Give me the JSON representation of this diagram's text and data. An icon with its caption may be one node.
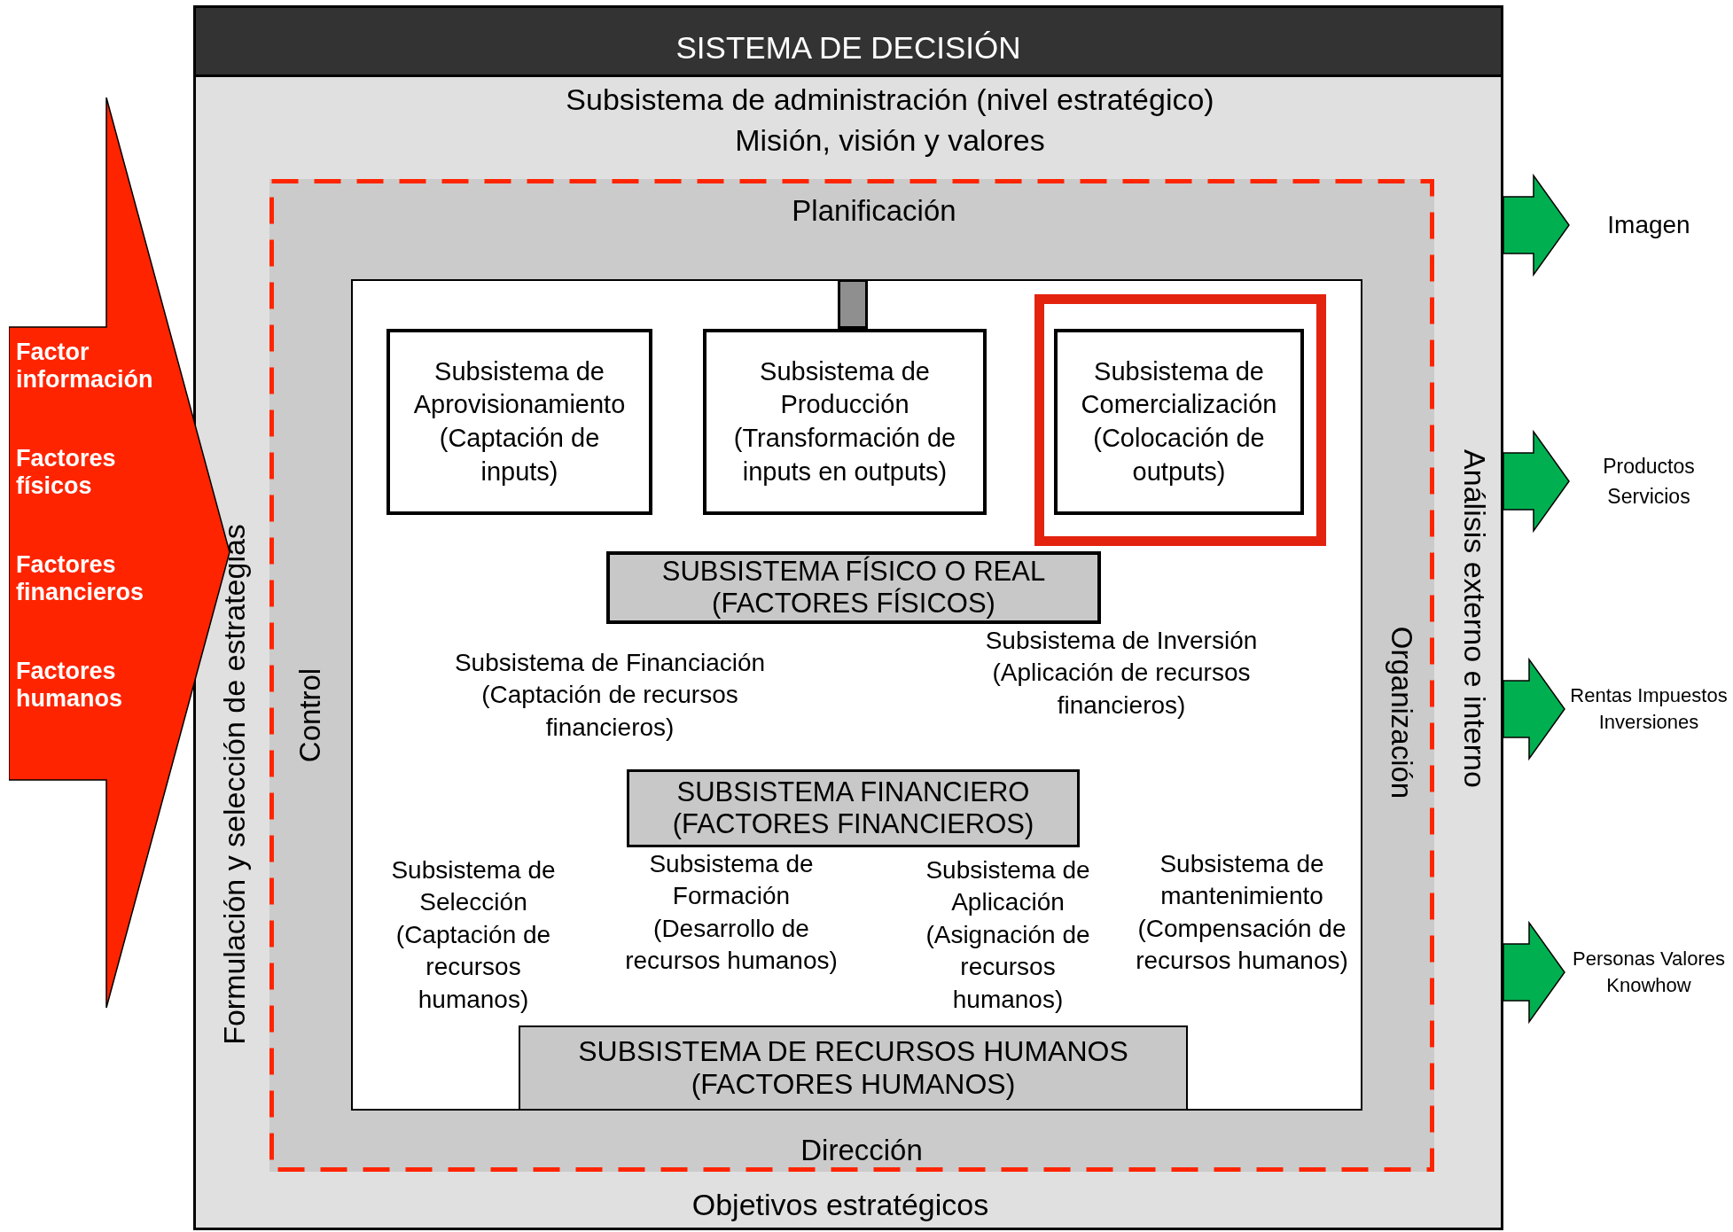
{
  "diagram": {
    "nodes": [
      {
        "text": [
          "SISTEMA DE DECISIÓN",
          "Subsistema de administración (nivel estratégico)",
          "Misión, visión y valores",
          "Objetivos estratégicos",
          "Formulación y selección de estrategias",
          "Análisis externo  e interno"
        ]
      },
      {
        "text": [
          "Planificación",
          "Control",
          "Organización",
          "Dirección"
        ],
        "in": 0
      },
      {
        "text": [],
        "shape": "box",
        "in": 1
      },
      {
        "text": [],
        "shape": "bar",
        "in": 2
      },
      {
        "text": [
          "Subsistema de Aprovisionamiento (Captación de inputs)"
        ],
        "in": 2
      },
      {
        "text": [
          "Subsistema de Producción (Transformación de inputs en outputs)"
        ],
        "in": 2
      },
      {
        "text": [],
        "shape": "box",
        "in": 2
      },
      {
        "text": [
          "Subsistema de Comercialización (Colocación de outputs)"
        ],
        "in": 6
      },
      {
        "text": [
          "SUBSISTEMA FÍSICO O REAL (FACTORES FÍSICOS)"
        ],
        "in": 2
      },
      {
        "text": [
          "SUBSISTEMA FINANCIERO (FACTORES FINANCIEROS)"
        ],
        "in": 2
      },
      {
        "text": [
          "SUBSISTEMA DE RECURSOS HUMANOS (FACTORES HUMANOS)"
        ],
        "in": 2
      },
      {
        "text": [
          "Factor información",
          "Factores físicos",
          "Factores financieros",
          "Factores humanos"
        ]
      },
      {
        "text": [
          "Imagen"
        ]
      },
      {
        "text": [
          "Productos",
          "Servicios"
        ]
      },
      {
        "text": [
          "Rentas Impuestos Inversiones"
        ]
      },
      {
        "text": [
          "Personas Valores Knowhow"
        ]
      }
    ],
    "edges": [
      {
        "from": 0,
        "to": 12,
        "arrow": "to",
        "style": "thick"
      },
      {
        "from": 0,
        "to": 13,
        "arrow": "to",
        "style": "thick"
      },
      {
        "from": 0,
        "to": 14,
        "arrow": "to",
        "style": "thick"
      },
      {
        "from": 0,
        "to": 15,
        "arrow": "to",
        "style": "thick"
      }
    ],
    "labels": [
      "Subsistema de Financiación (Captación de recursos financieros)",
      "Subsistema de Inversión (Aplicación de recursos financieros)",
      "Subsistema de Selección (Captación de recursos humanos)",
      "Subsistema de Formación (Desarrollo de recursos humanos)",
      "Subsistema de Aplicación (Asignación de recursos humanos)",
      "Subsistema de mantenimiento (Compensación de recursos humanos)"
    ]
  }
}
